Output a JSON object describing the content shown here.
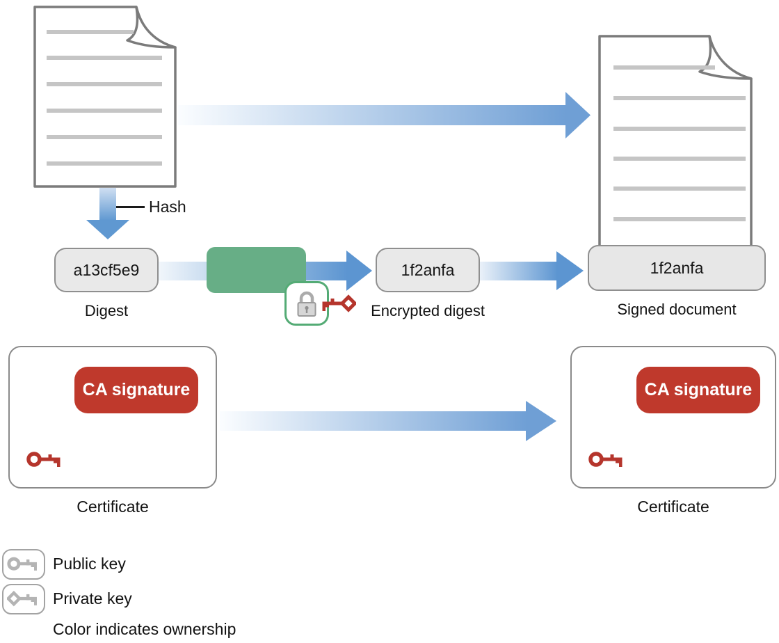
{
  "flow": {
    "hash_label": "Hash",
    "digest_value": "a13cf5e9",
    "digest_label": "Digest",
    "encrypted_value": "1f2anfa",
    "encrypted_label": "Encrypted digest",
    "signed_value": "1f2anfa",
    "signed_label": "Signed document"
  },
  "certificates": {
    "left": {
      "badge_label": "CA signature",
      "caption": "Certificate",
      "key_icon": "public-key-icon"
    },
    "right": {
      "badge_label": "CA signature",
      "caption": "Certificate",
      "key_icon": "public-key-icon"
    }
  },
  "legend": {
    "public_key_label": "Public key",
    "private_key_label": "Private key",
    "note": "Color indicates ownership"
  },
  "icons": {
    "document": "document-icon",
    "padlock": "padlock-icon",
    "public_key": "key-with-circle-head-icon",
    "private_key": "key-with-diamond-head-icon"
  },
  "colors": {
    "arrow_blue_dark": "#6f9fd5",
    "arrow_blue_light": "#f4f8fd",
    "signing_green": "#67ae86",
    "lock_border_green": "#54ab75",
    "badge_red": "#bf392c",
    "key_red": "#b5352c",
    "key_gray": "#b4b4b4",
    "box_fill_gray": "#e9e9e9",
    "border_gray": "#8a8a8a",
    "doc_line_gray": "#c5c5c5"
  }
}
